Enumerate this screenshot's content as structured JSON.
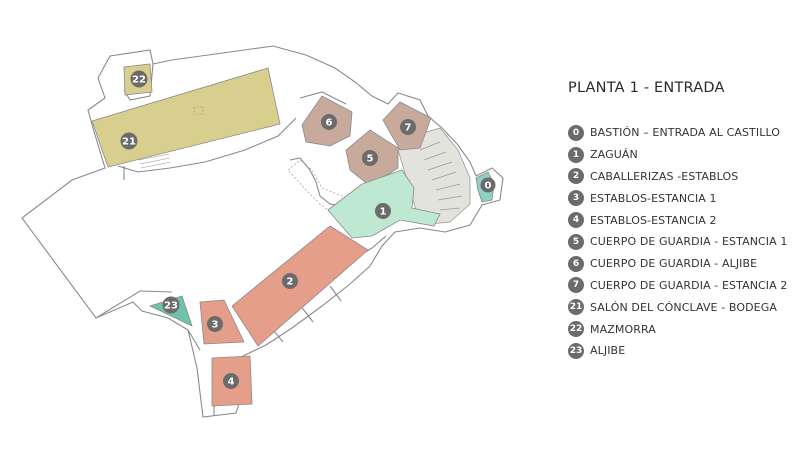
{
  "legend": {
    "title": "PLANTA 1 - ENTRADA",
    "items": [
      {
        "num": "0",
        "label": "BASTIÓN – ENTRADA AL CASTILLO"
      },
      {
        "num": "1",
        "label": "ZAGUÁN"
      },
      {
        "num": "2",
        "label": "CABALLERIZAS -ESTABLOS"
      },
      {
        "num": "3",
        "label": "ESTABLOS-ESTANCIA 1"
      },
      {
        "num": "4",
        "label": "ESTABLOS-ESTANCIA 2"
      },
      {
        "num": "5",
        "label": "CUERPO DE GUARDIA - ESTANCIA 1"
      },
      {
        "num": "6",
        "label": "CUERPO DE GUARDIA - ALJIBE"
      },
      {
        "num": "7",
        "label": "CUERPO DE GUARDIA - ESTANCIA 2"
      },
      {
        "num": "21",
        "label": "SALÓN DEL CÓNCLAVE - BODEGA"
      },
      {
        "num": "22",
        "label": "MAZMORRA"
      },
      {
        "num": "23",
        "label": "ALJIBE"
      }
    ]
  },
  "rooms": [
    {
      "num": "0",
      "name": "bastion",
      "color": "#8fd0c4"
    },
    {
      "num": "1",
      "name": "zaguan",
      "color": "#bfe8d3"
    },
    {
      "num": "2",
      "name": "caballerizas",
      "color": "#e59e8a"
    },
    {
      "num": "3",
      "name": "establos-estancia-1",
      "color": "#e59e8a"
    },
    {
      "num": "4",
      "name": "establos-estancia-2",
      "color": "#e59e8a"
    },
    {
      "num": "5",
      "name": "cuerpo-guardia-estancia-1",
      "color": "#c8aa9d"
    },
    {
      "num": "6",
      "name": "cuerpo-guardia-aljibe",
      "color": "#c8aa9d"
    },
    {
      "num": "7",
      "name": "cuerpo-guardia-estancia-2",
      "color": "#c8aa9d"
    },
    {
      "num": "21",
      "name": "salon-conclave",
      "color": "#d8cf8e"
    },
    {
      "num": "22",
      "name": "mazmorra",
      "color": "#d8cf8e"
    },
    {
      "num": "23",
      "name": "aljibe",
      "color": "#6fc2ad"
    }
  ],
  "colors": {
    "outline": "#8a8a8a",
    "marker": "#6b6b6b",
    "stair_area": "#e3e3de"
  }
}
